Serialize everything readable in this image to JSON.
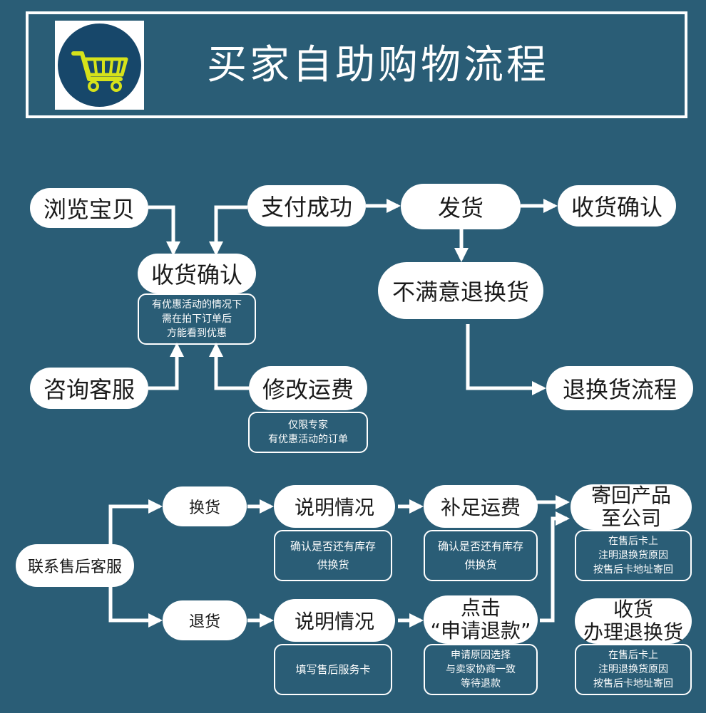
{
  "title": "买家自助购物流程",
  "icon": "shopping-cart-icon",
  "colors": {
    "background": "#2a5d76",
    "node": "#ffffff",
    "logo_bg": "#17476a",
    "cart": "#d6e21a"
  },
  "flow1": {
    "browse": "浏览宝贝",
    "pay_success": "支付成功",
    "ship": "发货",
    "confirm_receipt_top": "收货确认",
    "confirm_receipt": "收货确认",
    "confirm_note": [
      "有优惠活动的情况下",
      "需在拍下订单后",
      "方能看到优惠"
    ],
    "consult_service": "咨询客服",
    "modify_shipping": "修改运费",
    "modify_note": [
      "仅限专家",
      "有优惠活动的订单"
    ],
    "unsatisfied": "不满意退换货",
    "return_flow": "退换货流程"
  },
  "flow2": {
    "contact": "联系售后客服",
    "exchange": "换货",
    "refund": "退货",
    "explain_1": "说明情况",
    "explain_2": "说明情况",
    "explain_note_1": [
      "确认是否还有库存",
      "供换货"
    ],
    "explain_note_2": [
      "填写售后服务卡"
    ],
    "pay_shipping": "补足运费",
    "pay_shipping_note": [
      "确认是否还有库存",
      "供换货"
    ],
    "apply_refund": [
      "点击",
      "“申请退款”"
    ],
    "apply_refund_note": [
      "申请原因选择",
      "与卖家协商一致",
      "等待退款"
    ],
    "return_product": [
      "寄回产品",
      "至公司"
    ],
    "return_note": [
      "在售后卡上",
      "注明退换货原因",
      "按售后卡地址寄回"
    ],
    "receive": [
      "收货",
      "办理退换货"
    ],
    "receive_note": [
      "在售后卡上",
      "注明退换货原因",
      "按售后卡地址寄回"
    ]
  }
}
